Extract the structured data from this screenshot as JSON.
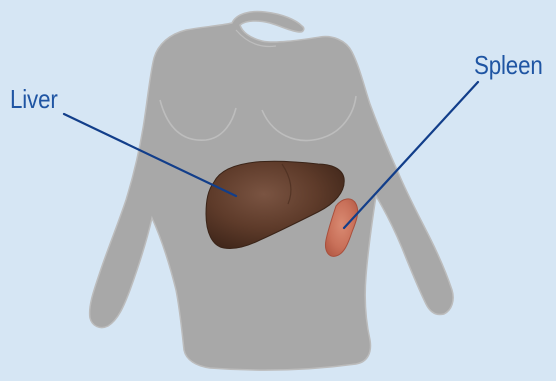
{
  "labels": {
    "liver": "Liver",
    "spleen": "Spleen"
  },
  "colors": {
    "background": "#d6e6f4",
    "body": "#a8a8a8",
    "body_outline": "#bdbdbd",
    "liver": "#5e3b2a",
    "spleen": "#c9715a",
    "label_text": "#1f55a3",
    "leader_line": "#123e8a"
  },
  "icons": {
    "torso": "human-torso-silhouette",
    "liver": "liver-organ",
    "spleen": "spleen-organ"
  }
}
